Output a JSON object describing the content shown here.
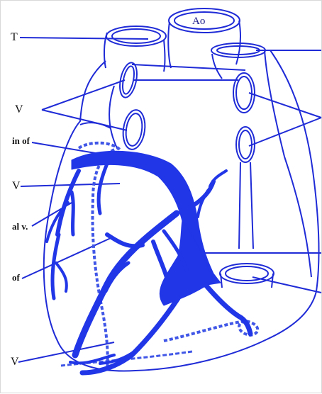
{
  "labels": {
    "t": "T",
    "ao": "Ao",
    "v_pulm": "V",
    "in_of": "in of",
    "v_mid": "V",
    "al_v": "al v.",
    "of": "of",
    "v_bottom": "V"
  },
  "colors": {
    "line": "#1f2bd6",
    "vein_fill": "#2136e6",
    "label_text": "#111111"
  }
}
